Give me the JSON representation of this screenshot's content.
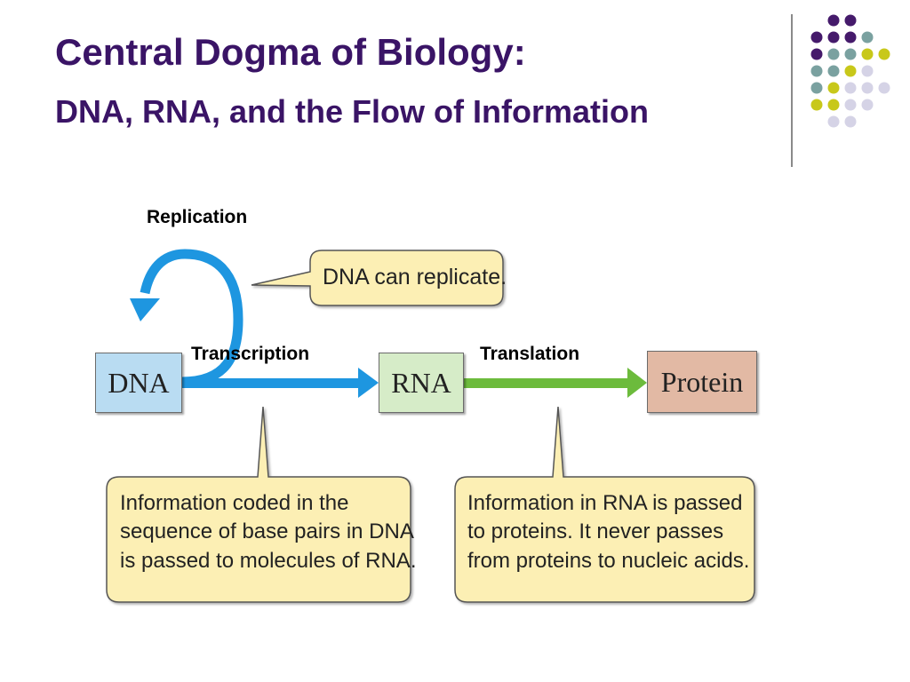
{
  "title": "Central Dogma of Biology:",
  "subtitle": "DNA, RNA, and the Flow of Information",
  "labels": {
    "replication": "Replication",
    "transcription": "Transcription",
    "translation": "Translation"
  },
  "nodes": {
    "dna": "DNA",
    "rna": "RNA",
    "protein": "Protein"
  },
  "callouts": {
    "replicate": "DNA can replicate.",
    "transcription_lines": [
      "Information coded in the",
      "sequence of base pairs in DNA",
      "is passed to molecules of RNA."
    ],
    "translation_lines": [
      "Information in RNA is passed",
      "to proteins. It never passes",
      "from proteins to nucleic acids."
    ]
  },
  "colors": {
    "title": "#3a1466",
    "blue_arrow": "#1e96e0",
    "green_arrow": "#6cbb3c",
    "callout_fill": "#fcefb4",
    "dot_purple": "#451a6b",
    "dot_teal": "#7aa1a0",
    "dot_yellow": "#c8c81a",
    "dot_lavender": "#d5d3e6"
  }
}
